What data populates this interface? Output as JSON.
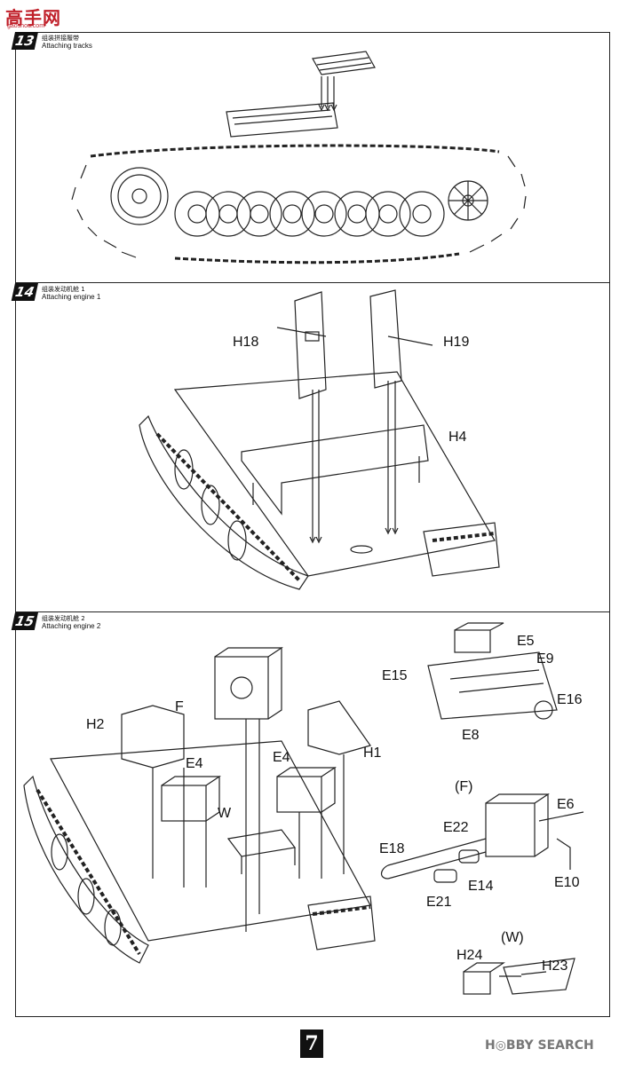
{
  "logo": {
    "text": "高手网",
    "url": "gaoshou.com"
  },
  "steps": [
    {
      "number": "13",
      "title_cn": "组装拼接履带",
      "title_en": "Attaching tracks"
    },
    {
      "number": "14",
      "title_cn": "组装发动机舱 1",
      "title_en": "Attaching engine 1"
    },
    {
      "number": "15",
      "title_cn": "组装发动机舱 2",
      "title_en": "Attaching engine 2"
    }
  ],
  "labels14": {
    "h18": "H18",
    "h19": "H19",
    "h4": "H4"
  },
  "labels15": {
    "h2": "H2",
    "f": "F",
    "e4a": "E4",
    "e4b": "E4",
    "w": "W",
    "h1": "H1",
    "e5": "E5",
    "e9": "E9",
    "e15": "E15",
    "e16": "E16",
    "e8": "E8",
    "f_group": "(F)",
    "e6": "E6",
    "e22": "E22",
    "e18": "E18",
    "e14": "E14",
    "e10": "E10",
    "e21": "E21",
    "w_group": "(W)",
    "h24": "H24",
    "h23": "H23"
  },
  "page_number": "7",
  "watermark": "H◎BBY SEARCH"
}
